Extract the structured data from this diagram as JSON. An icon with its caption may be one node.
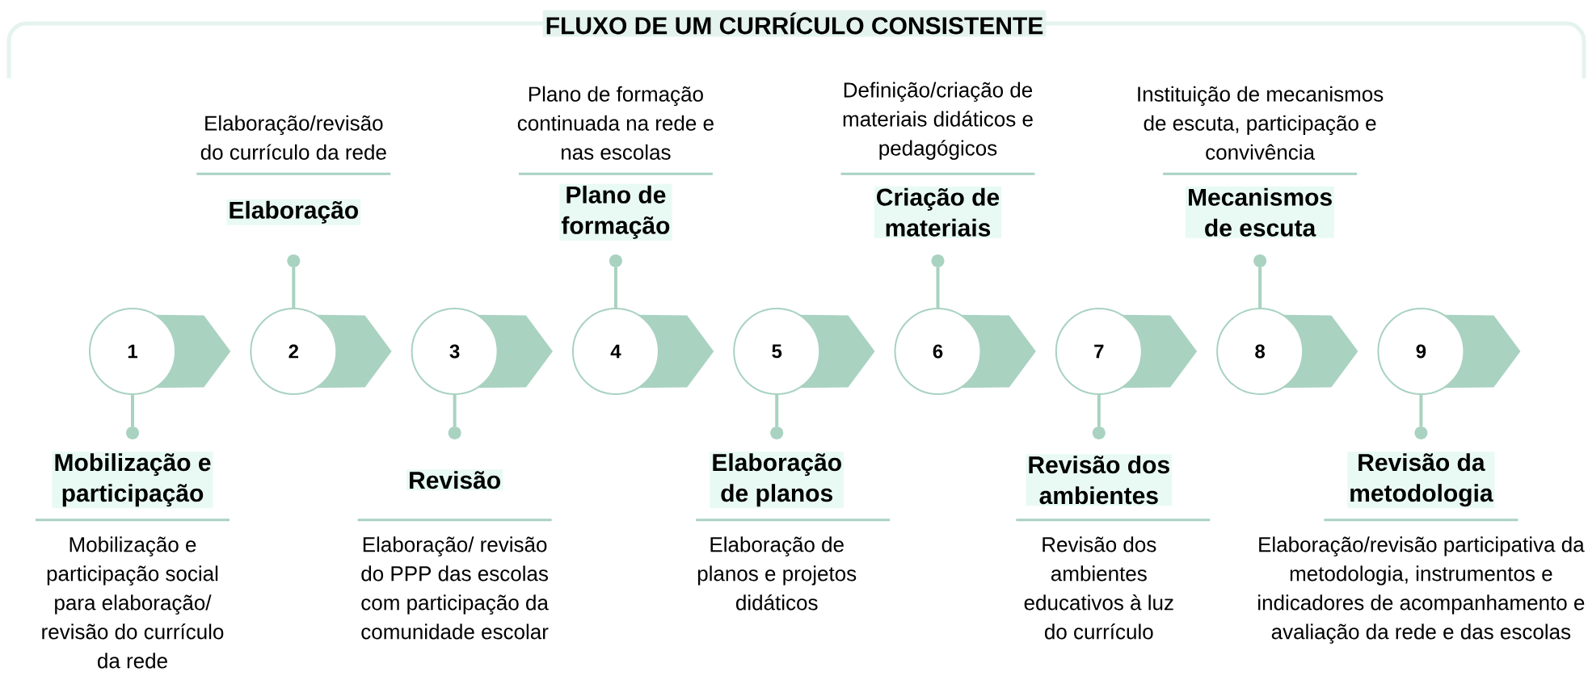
{
  "diagram": {
    "title": "FLUXO DE UM CURRÍCULO CONSISTENTE",
    "nodes": [
      {
        "text": [
          "1"
        ]
      },
      {
        "text": [
          "2"
        ]
      },
      {
        "text": [
          "3"
        ]
      },
      {
        "text": [
          "4"
        ]
      },
      {
        "text": [
          "5"
        ]
      },
      {
        "text": [
          "6"
        ]
      },
      {
        "text": [
          "7"
        ]
      },
      {
        "text": [
          "8"
        ]
      },
      {
        "text": [
          "9"
        ]
      },
      {
        "text": [
          "Mobilização e participação",
          "Mobilização e participação social para elaboração/ revisão do currículo da rede"
        ]
      },
      {
        "text": [
          "Elaboração/revisão do currículo da rede",
          "Elaboração"
        ]
      },
      {
        "text": [
          "Revisão",
          "Elaboração/ revisão do PPP das escolas com participação da comunidade escolar"
        ]
      },
      {
        "text": [
          "Plano de formação continuada na rede e nas escolas",
          "Plano de formação"
        ]
      },
      {
        "text": [
          "Elaboração de planos",
          "Elaboração de planos e projetos didáticos"
        ]
      },
      {
        "text": [
          "Definição/criação de materiais didáticos e pedagógicos",
          "Criação de materiais"
        ]
      },
      {
        "text": [
          "Revisão dos ambientes",
          "Revisão dos ambientes educativos à luz do currículo"
        ]
      },
      {
        "text": [
          "Instituição de mecanismos de escuta, participação e convivência",
          "Mecanismos de escuta"
        ]
      },
      {
        "text": [
          "Revisão da metodologia",
          "Elaboração/revisão participativa da metodologia, instrumentos e indicadores de acompanhamento e avaliação da rede e das escolas"
        ]
      }
    ],
    "edges": [
      {
        "from": 0,
        "to": 1,
        "arrow": "to"
      },
      {
        "from": 1,
        "to": 2,
        "arrow": "to"
      },
      {
        "from": 2,
        "to": 3,
        "arrow": "to"
      },
      {
        "from": 3,
        "to": 4,
        "arrow": "to"
      },
      {
        "from": 4,
        "to": 5,
        "arrow": "to"
      },
      {
        "from": 5,
        "to": 6,
        "arrow": "to"
      },
      {
        "from": 6,
        "to": 7,
        "arrow": "to"
      },
      {
        "from": 7,
        "to": 8,
        "arrow": "to"
      },
      {
        "from": 8,
        "to": null,
        "arrow": "to"
      },
      {
        "from": 0,
        "to": 9,
        "arrow": "none"
      },
      {
        "from": 1,
        "to": 10,
        "arrow": "none"
      },
      {
        "from": 2,
        "to": 11,
        "arrow": "none"
      },
      {
        "from": 3,
        "to": 12,
        "arrow": "none"
      },
      {
        "from": 4,
        "to": 13,
        "arrow": "none"
      },
      {
        "from": 5,
        "to": 14,
        "arrow": "none"
      },
      {
        "from": 6,
        "to": 15,
        "arrow": "none"
      },
      {
        "from": 7,
        "to": 16,
        "arrow": "none"
      },
      {
        "from": 8,
        "to": 17,
        "arrow": "none"
      }
    ]
  }
}
